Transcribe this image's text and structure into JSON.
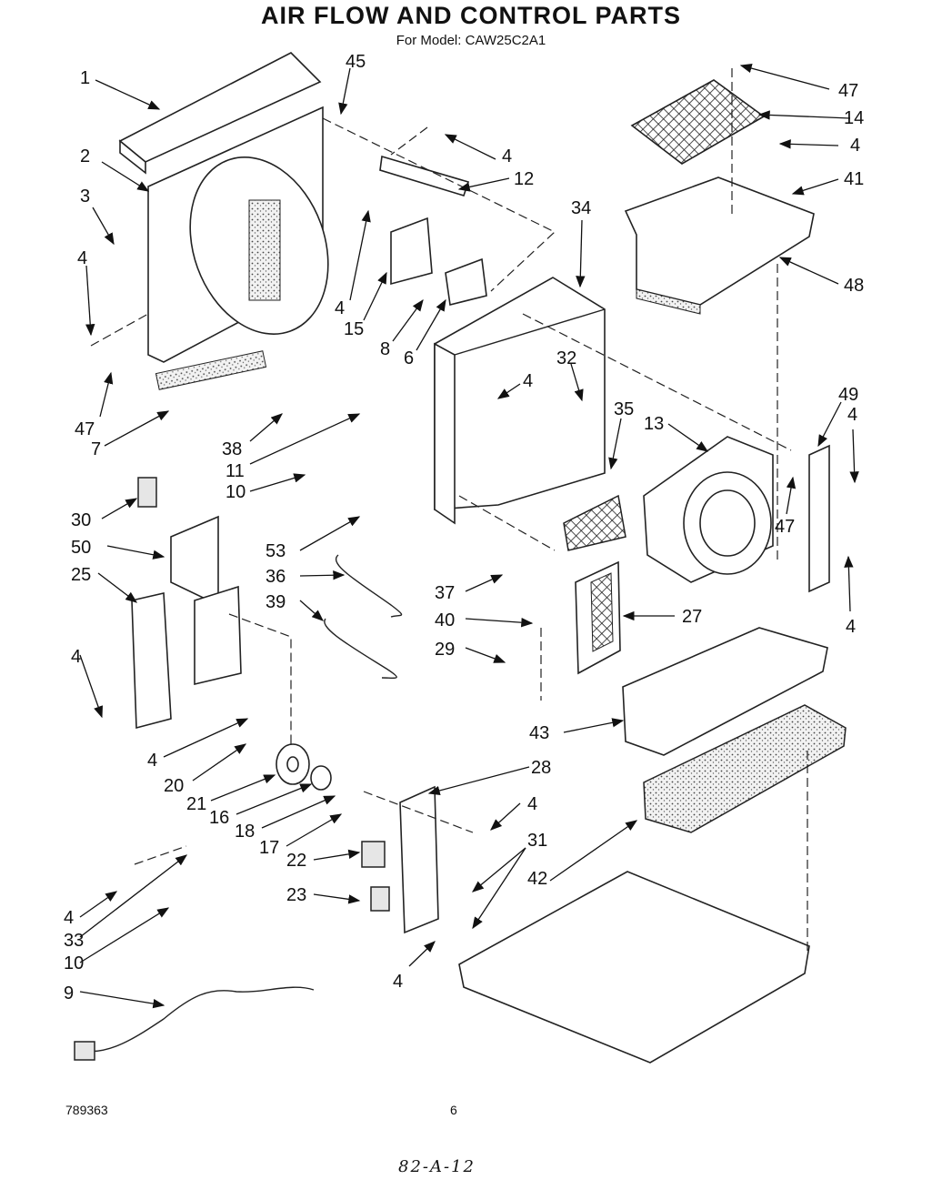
{
  "header": {
    "title": "AIR FLOW AND CONTROL PARTS",
    "subtitle": "For Model: CAW25C2A1"
  },
  "footer": {
    "doc_number": "789363",
    "page_number": "6",
    "handwritten_code": "82-A-12"
  },
  "callouts": [
    {
      "id": "c1",
      "label": "1"
    },
    {
      "id": "c45",
      "label": "45"
    },
    {
      "id": "c2",
      "label": "2"
    },
    {
      "id": "c3",
      "label": "3"
    },
    {
      "id": "c4a",
      "label": "4"
    },
    {
      "id": "c47a",
      "label": "47"
    },
    {
      "id": "c7",
      "label": "7"
    },
    {
      "id": "c4b",
      "label": "4"
    },
    {
      "id": "c12",
      "label": "12"
    },
    {
      "id": "c4c",
      "label": "4"
    },
    {
      "id": "c15",
      "label": "15"
    },
    {
      "id": "c8",
      "label": "8"
    },
    {
      "id": "c6",
      "label": "6"
    },
    {
      "id": "c38",
      "label": "38"
    },
    {
      "id": "c11",
      "label": "11"
    },
    {
      "id": "c10a",
      "label": "10"
    },
    {
      "id": "c34",
      "label": "34"
    },
    {
      "id": "c32",
      "label": "32"
    },
    {
      "id": "c4d",
      "label": "4"
    },
    {
      "id": "c35",
      "label": "35"
    },
    {
      "id": "c47b",
      "label": "47"
    },
    {
      "id": "c14",
      "label": "14"
    },
    {
      "id": "c4e",
      "label": "4"
    },
    {
      "id": "c41",
      "label": "41"
    },
    {
      "id": "c48",
      "label": "48"
    },
    {
      "id": "c13",
      "label": "13"
    },
    {
      "id": "c49",
      "label": "49"
    },
    {
      "id": "c4f",
      "label": "4"
    },
    {
      "id": "c47c",
      "label": "47"
    },
    {
      "id": "c4g",
      "label": "4"
    },
    {
      "id": "c30",
      "label": "30"
    },
    {
      "id": "c50",
      "label": "50"
    },
    {
      "id": "c25",
      "label": "25"
    },
    {
      "id": "c53",
      "label": "53"
    },
    {
      "id": "c36",
      "label": "36"
    },
    {
      "id": "c39",
      "label": "39"
    },
    {
      "id": "c4h",
      "label": "4"
    },
    {
      "id": "c37",
      "label": "37"
    },
    {
      "id": "c40",
      "label": "40"
    },
    {
      "id": "c29",
      "label": "29"
    },
    {
      "id": "c27",
      "label": "27"
    },
    {
      "id": "c43",
      "label": "43"
    },
    {
      "id": "c4i",
      "label": "4"
    },
    {
      "id": "c20",
      "label": "20"
    },
    {
      "id": "c21",
      "label": "21"
    },
    {
      "id": "c16",
      "label": "16"
    },
    {
      "id": "c18",
      "label": "18"
    },
    {
      "id": "c17",
      "label": "17"
    },
    {
      "id": "c28",
      "label": "28"
    },
    {
      "id": "c4j",
      "label": "4"
    },
    {
      "id": "c31",
      "label": "31"
    },
    {
      "id": "c22",
      "label": "22"
    },
    {
      "id": "c23",
      "label": "23"
    },
    {
      "id": "c42",
      "label": "42"
    },
    {
      "id": "c4k",
      "label": "4"
    },
    {
      "id": "c33",
      "label": "33"
    },
    {
      "id": "c10b",
      "label": "10"
    },
    {
      "id": "c9",
      "label": "9"
    },
    {
      "id": "c4l",
      "label": "4"
    }
  ]
}
